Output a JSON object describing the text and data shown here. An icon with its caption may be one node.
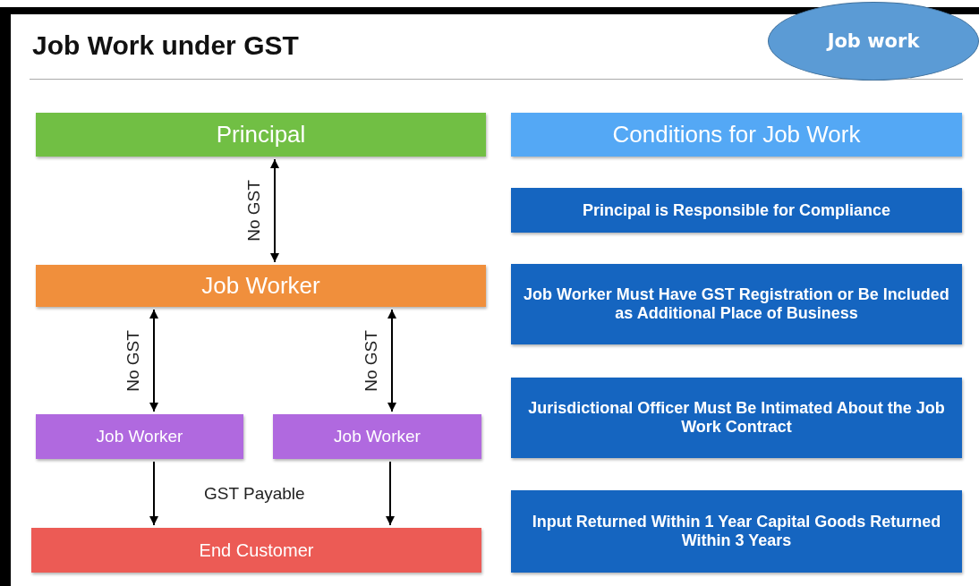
{
  "diagram": {
    "title": "Job Work under GST",
    "nodes": [
      {
        "text": [
          "Job work"
        ]
      },
      {
        "text": [
          "Principal"
        ]
      },
      {
        "text": [
          "Job Worker"
        ]
      },
      {
        "text": [
          "Job Worker"
        ]
      },
      {
        "text": [
          "Job Worker"
        ]
      },
      {
        "text": [
          "End Customer"
        ]
      },
      {
        "text": [
          "Conditions for Job Work"
        ]
      },
      {
        "text": [
          "Principal is Responsible for Compliance"
        ]
      },
      {
        "text": [
          "Job Worker Must Have GST Registration or Be Included as Additional Place of Business"
        ]
      },
      {
        "text": [
          "Jurisdictional Officer Must Be Intimated About the Job Work Contract"
        ]
      },
      {
        "text": [
          "Input Returned Within 1 Year Capital Goods Returned Within 3 Years"
        ]
      }
    ],
    "edges": [
      {
        "from": 1,
        "to": 2,
        "arrow": "both",
        "label": "No GST"
      },
      {
        "from": 2,
        "to": 3,
        "arrow": "both",
        "label": "No GST"
      },
      {
        "from": 2,
        "to": 4,
        "arrow": "both",
        "label": "No GST"
      },
      {
        "from": 3,
        "to": 5,
        "arrow": "to"
      },
      {
        "from": 4,
        "to": 5,
        "arrow": "to"
      }
    ],
    "labels": [
      "GST Payable"
    ]
  }
}
